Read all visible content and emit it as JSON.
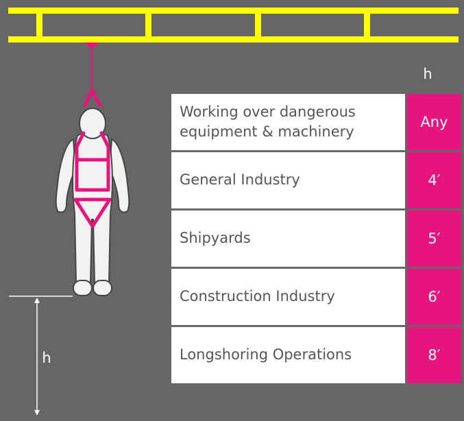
{
  "colors": {
    "background": "#666666",
    "rail": "#ffff00",
    "accent": "#e6157e",
    "figure": "#f2f2f2"
  },
  "diagram": {
    "column_header": "h",
    "dimension_label": "h"
  },
  "rows": [
    {
      "category": "Working over dangerous equipment & machinery",
      "height": "Any"
    },
    {
      "category": "General Industry",
      "height": "4′"
    },
    {
      "category": "Shipyards",
      "height": "5′"
    },
    {
      "category": "Construction Industry",
      "height": "6′"
    },
    {
      "category": "Longshoring Operations",
      "height": "8′"
    }
  ]
}
